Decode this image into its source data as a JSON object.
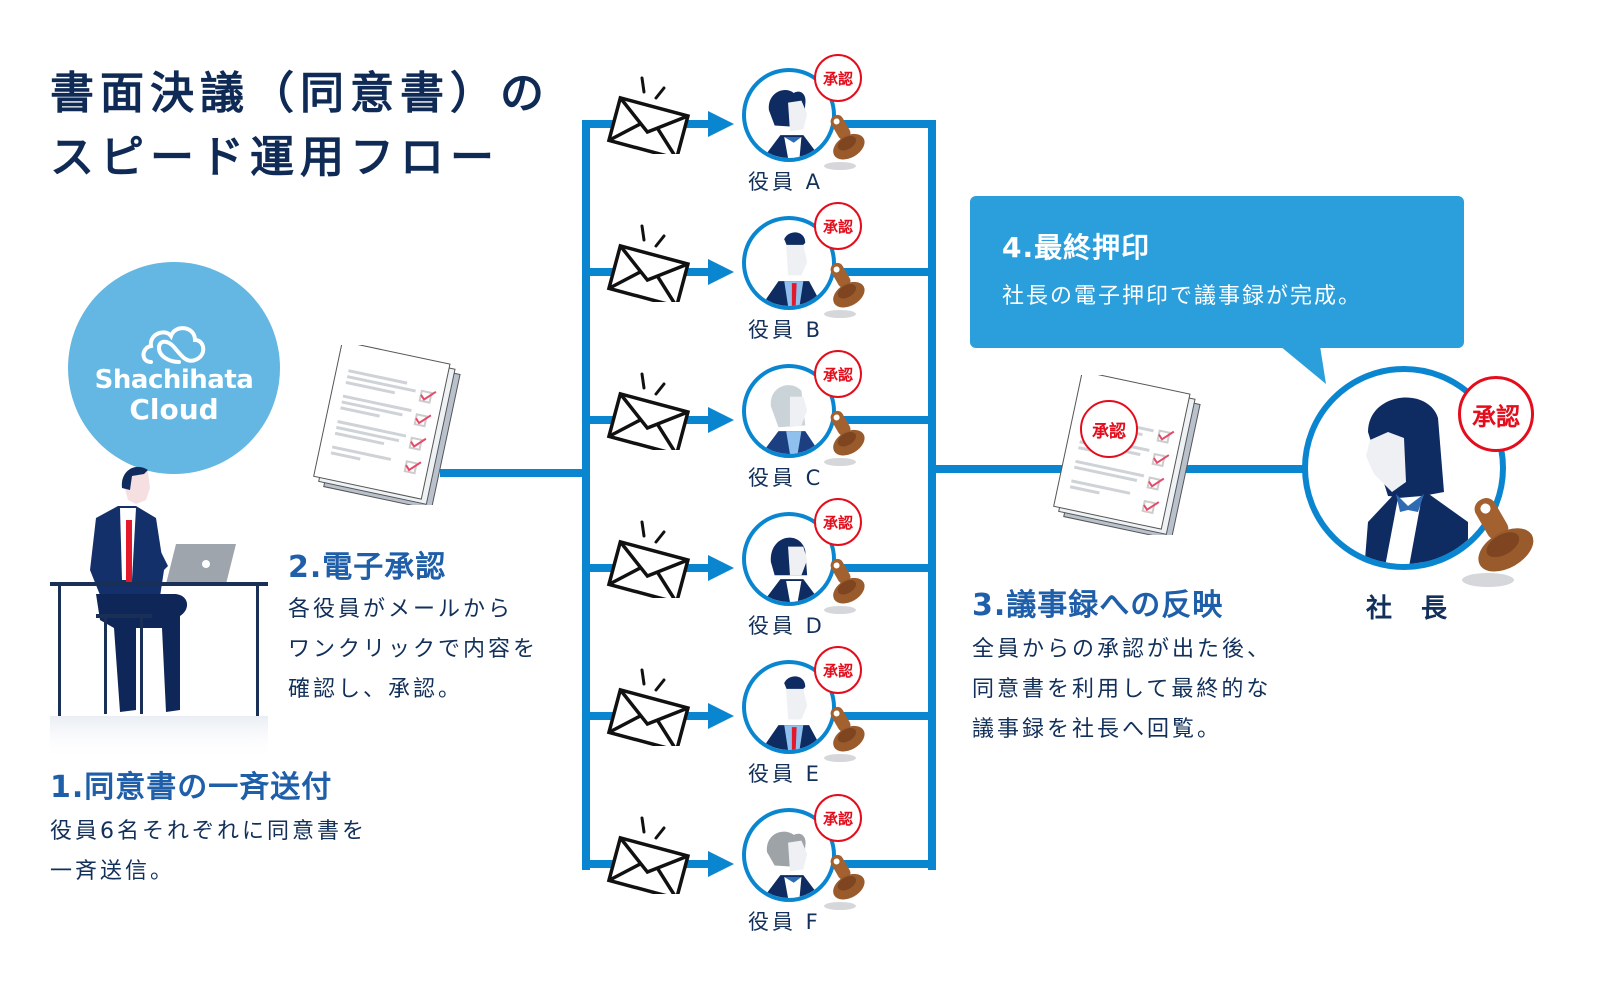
{
  "title": {
    "line1": "書面決議（同意書）の",
    "line2": "スピード運用フロー"
  },
  "brand": {
    "name_line1": "Shachihata",
    "name_line2": "Cloud",
    "icon": "cloud-logo-icon"
  },
  "steps": [
    {
      "title": "1.同意書の一斉送付",
      "body": [
        "役員6名それぞれに同意書を",
        "一斉送信。"
      ]
    },
    {
      "title": "2.電子承認",
      "body": [
        "各役員がメールから",
        "ワンクリックで内容を",
        "確認し、承認。"
      ]
    },
    {
      "title": "3.議事録への反映",
      "body": [
        "全員からの承認が出た後、",
        "同意書を利用して最終的な",
        "議事録を社長へ回覧。"
      ]
    },
    {
      "title": "4.最終押印",
      "body": [
        "社長の電子押印で議事録が完成。"
      ]
    }
  ],
  "executives": [
    {
      "label": "役員 A",
      "seal": "承認",
      "avatar": "woman-updo"
    },
    {
      "label": "役員 B",
      "seal": "承認",
      "avatar": "man-red-tie"
    },
    {
      "label": "役員 C",
      "seal": "承認",
      "avatar": "woman-grey-hair"
    },
    {
      "label": "役員 D",
      "seal": "承認",
      "avatar": "woman-bob"
    },
    {
      "label": "役員 E",
      "seal": "承認",
      "avatar": "man-red-tie"
    },
    {
      "label": "役員 F",
      "seal": "承認",
      "avatar": "woman-grey-updo"
    }
  ],
  "president": {
    "label": "社 長",
    "seal": "承認"
  },
  "doc_seal": "承認",
  "colors": {
    "line": "#0a86d0",
    "callout": "#2b9fdc",
    "cloud": "#64b7e2",
    "navy": "#0f2a55",
    "step_title": "#1f5ea8",
    "seal_red": "#e30d1c",
    "stamp_brown": "#9a5b2c"
  }
}
